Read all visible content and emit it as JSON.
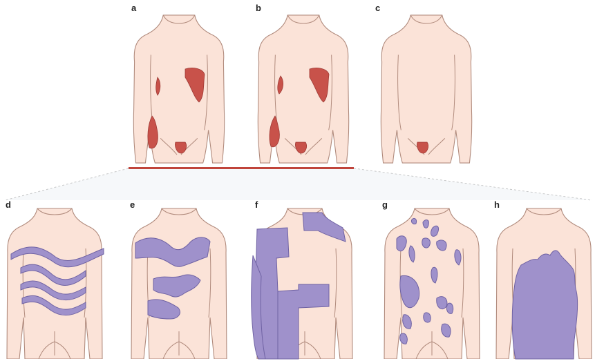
{
  "panels": [
    {
      "label": "a"
    },
    {
      "label": "b"
    },
    {
      "label": "c"
    },
    {
      "label": "d"
    },
    {
      "label": "e"
    },
    {
      "label": "f"
    },
    {
      "label": "g"
    },
    {
      "label": "h"
    }
  ],
  "colors": {
    "skin": "#fbe3d8",
    "skin_outline": "#b08a7c",
    "lesion_red": "#c8524a",
    "lesion_purple": "#9f91cb",
    "connector_red": "#c0443b",
    "dotted_gray": "#b8b8b8"
  }
}
